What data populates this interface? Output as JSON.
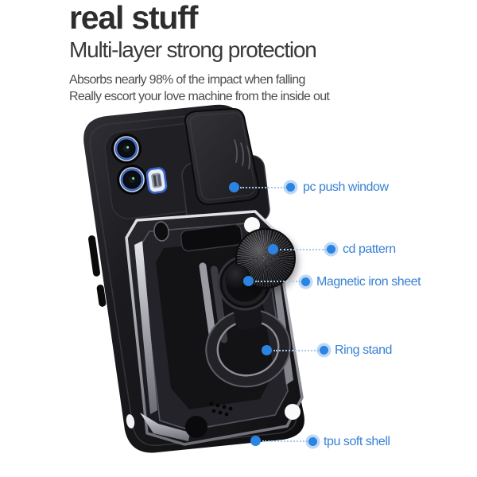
{
  "header": {
    "title": "real stuff",
    "subtitle": "Multi-layer strong protection",
    "description_line1": "Absorbs nearly 98% of the impact when falling",
    "description_line2": "Really escort your love machine from the inside out"
  },
  "callouts": [
    {
      "label": "pc push window"
    },
    {
      "label": "cd pattern"
    },
    {
      "label": "Magnetic iron sheet"
    },
    {
      "label": "Ring stand"
    },
    {
      "label": "tpu soft shell"
    }
  ],
  "colors": {
    "accent_blue_text": "#3781d4",
    "callout_dot_blue": "#2b84e2",
    "callout_halo_blue": "#7db1eb",
    "leader_line_blue": "#a6c8ee",
    "heading_text": "#2d2d2d",
    "subtitle_text": "#3a3a3a",
    "body_text": "#4e4e4e",
    "case_black": "#141417",
    "armor_silver": "#9fa0a8",
    "camera_ring_blue": "#3f6cc8",
    "background": "#ffffff"
  }
}
